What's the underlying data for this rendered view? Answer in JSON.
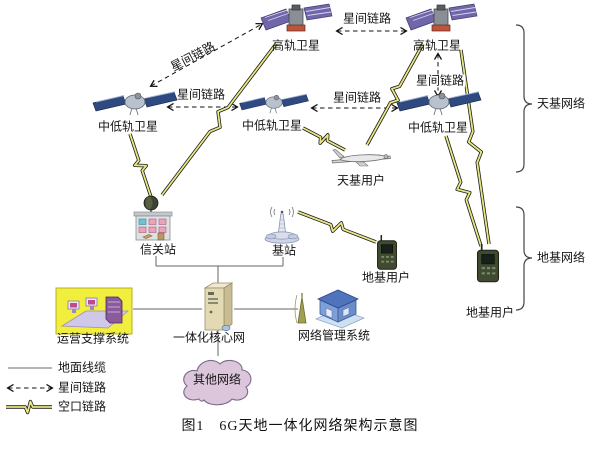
{
  "caption": "图1　6G天地一体化网络架构示意图",
  "nodes": {
    "geo_sat_left": "高轨卫星",
    "geo_sat_right": "高轨卫星",
    "leo_sat_left": "中低轨卫星",
    "leo_sat_mid": "中低轨卫星",
    "leo_sat_right": "中低轨卫星",
    "space_user": "天基用户",
    "gateway_station": "信关站",
    "base_station": "基站",
    "ground_user_left": "地基用户",
    "ground_user_right": "地基用户",
    "oss": "运营支撑系统",
    "core_network": "一体化核心网",
    "nms": "网络管理系统",
    "other_networks": "其他网络"
  },
  "links": {
    "inter_satellite_label": "星间链路"
  },
  "groups": {
    "space_network": "天基网络",
    "ground_network": "地基网络"
  },
  "legend": {
    "items": [
      {
        "name": "ground-cable",
        "label": "地面线缆"
      },
      {
        "name": "inter-satellite-link",
        "label": "星间链路"
      },
      {
        "name": "air-interface-link",
        "label": "空口链路"
      }
    ]
  },
  "colors": {
    "bolt_fill": "#e9e784",
    "bolt_outline": "#1a1a1a",
    "oss_yellow": "#f2ee3d",
    "cloud_fill": "#dcc6dc",
    "cable_gray": "#666666"
  }
}
